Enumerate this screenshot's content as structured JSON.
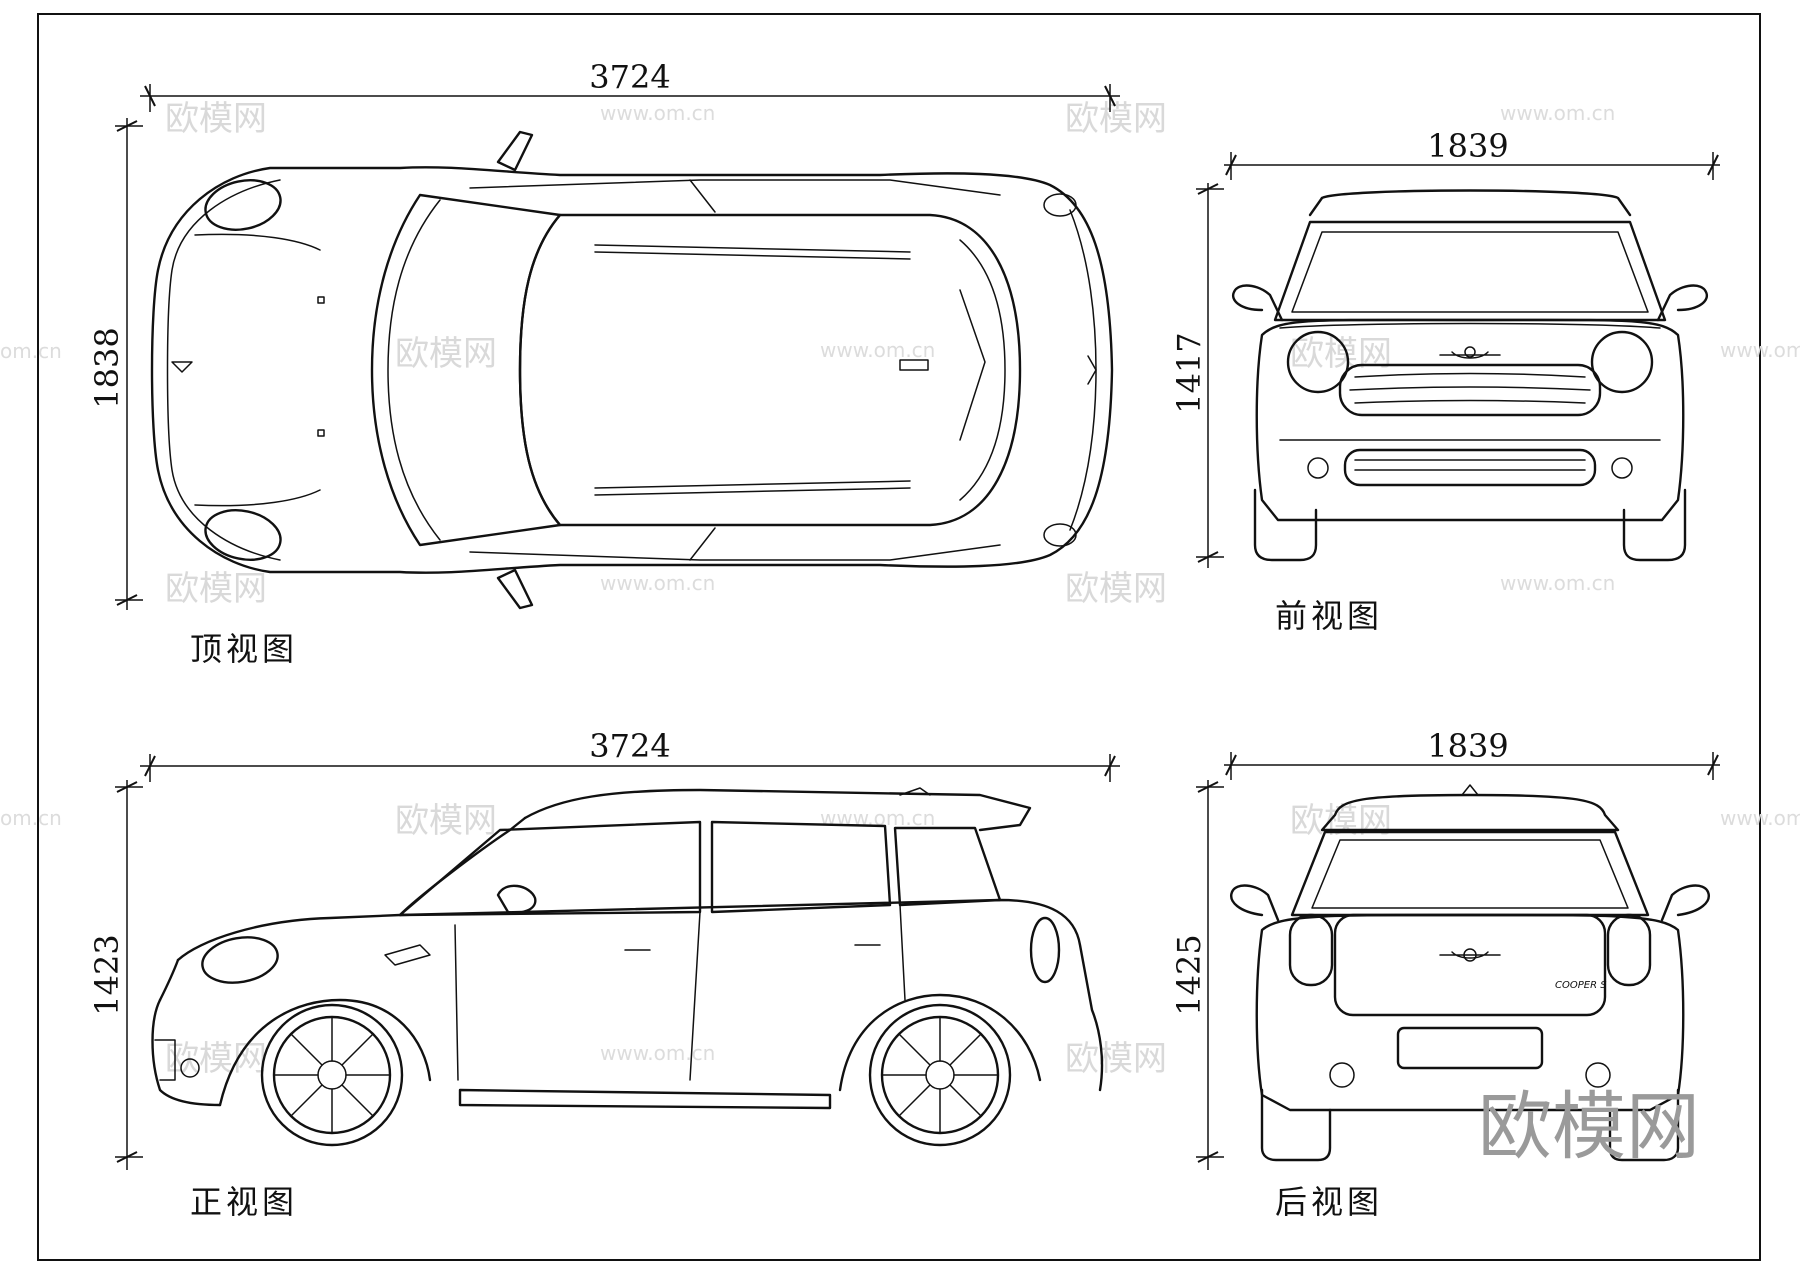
{
  "drawing": {
    "views": {
      "top": {
        "label": "顶视图",
        "length": "3724",
        "width": "1838"
      },
      "front": {
        "label": "前视图",
        "width": "1839",
        "height": "1417"
      },
      "side": {
        "label": "正视图",
        "length": "3724",
        "height": "1423"
      },
      "rear": {
        "label": "后视图",
        "width": "1839",
        "height": "1425"
      }
    },
    "badge_text": "COOPER S",
    "watermark": {
      "brand": "欧模网",
      "url": "www.om.cn",
      "url_partial": "om.cn"
    }
  },
  "colors": {
    "line": "#111111",
    "background": "#ffffff",
    "watermark": "#d9d9d9",
    "brand_mark": "#9a9a9a"
  }
}
